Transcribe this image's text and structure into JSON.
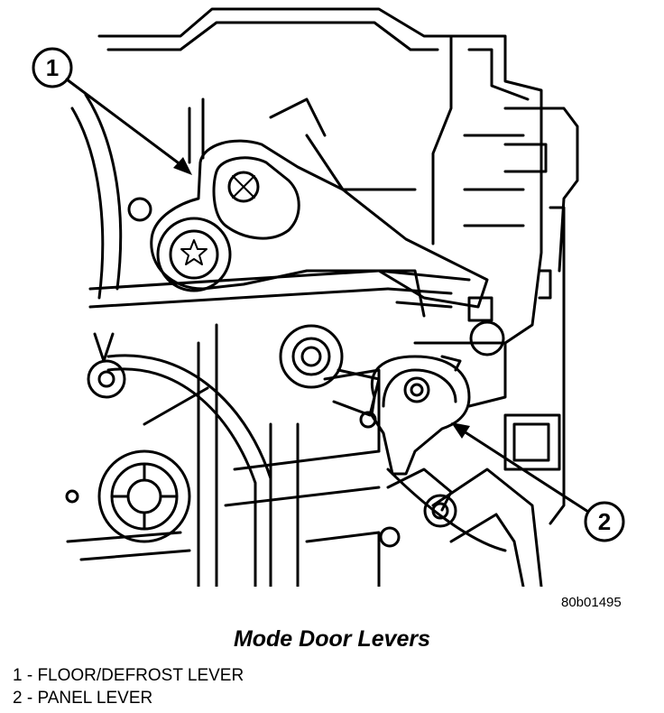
{
  "figure": {
    "id_code": "80b01495",
    "caption": "Mode Door Levers",
    "callouts": [
      {
        "number": "1"
      },
      {
        "number": "2"
      }
    ]
  },
  "legend": [
    {
      "number": "1",
      "label": "1 - FLOOR/DEFROST LEVER"
    },
    {
      "number": "2",
      "label": "2 - PANEL LEVER"
    }
  ],
  "icons": [
    "star-screw-icon",
    "leader-arrow-icon"
  ],
  "colors": {
    "line": "#000000",
    "background": "#ffffff"
  }
}
